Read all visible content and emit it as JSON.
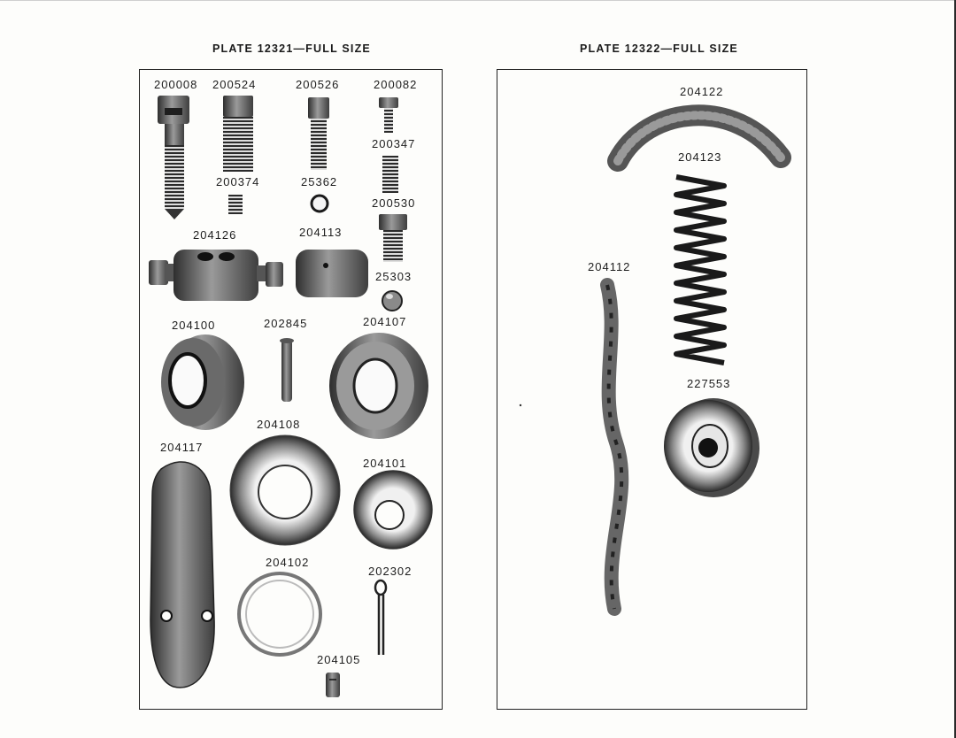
{
  "plates": [
    {
      "title": "PLATE 12321—FULL SIZE",
      "parts": [
        "200008",
        "200524",
        "200526",
        "200082",
        "200347",
        "200374",
        "25362",
        "200530",
        "204126",
        "204113",
        "25303",
        "204100",
        "202845",
        "204107",
        "204108",
        "204117",
        "204101",
        "204102",
        "202302",
        "204105"
      ]
    },
    {
      "title": "PLATE 12322—FULL SIZE",
      "parts": [
        "204122",
        "204123",
        "204112",
        "227553"
      ]
    }
  ],
  "colors": {
    "ink": "#1d1d1d",
    "part_dark": "#3a3a3a",
    "part_mid": "#8a8a8a",
    "part_light": "#cfcfcf"
  }
}
